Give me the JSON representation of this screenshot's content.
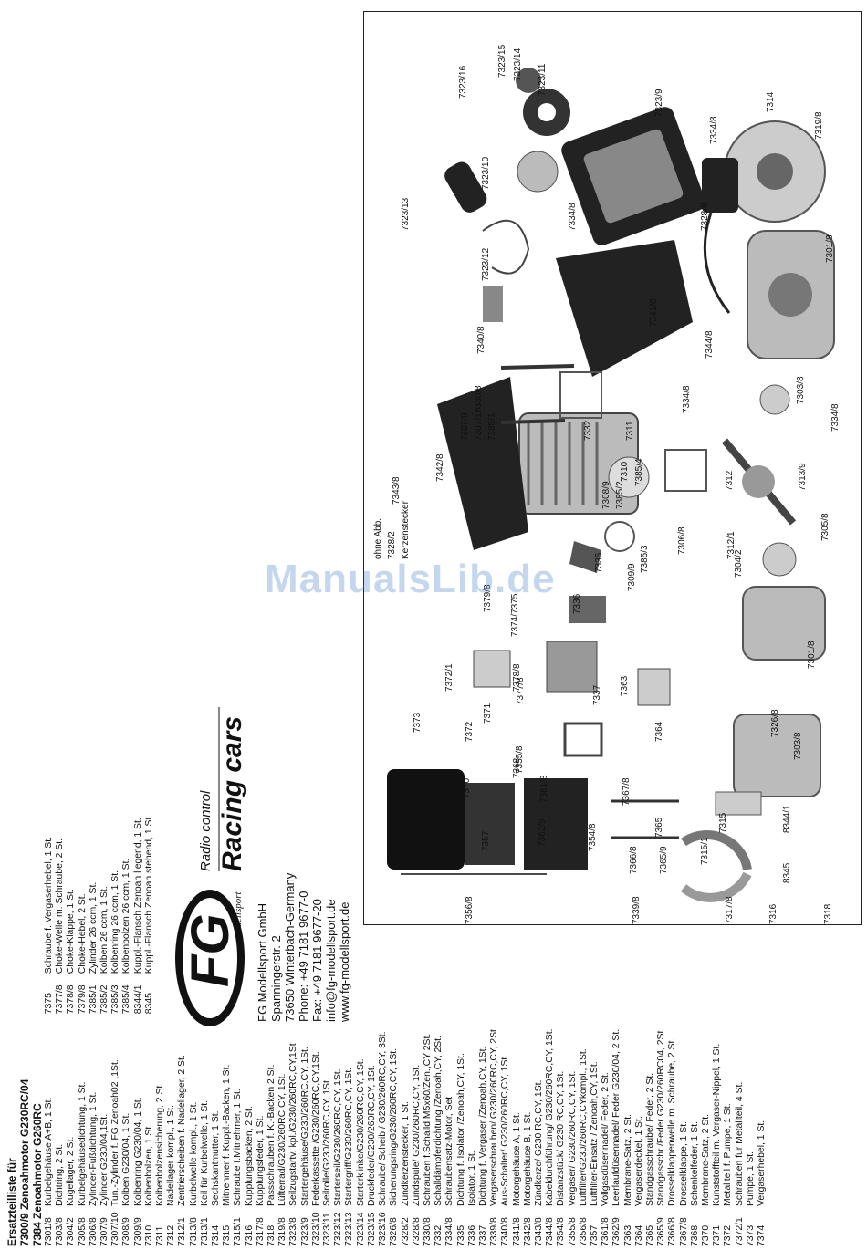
{
  "parts_list": {
    "title_lines": [
      "Ersatzteilliste für",
      "7300/9  Zenoahmotor G230RC/04",
      "7384  Zenoahmotor G260RC"
    ],
    "col1": [
      [
        "7301/8",
        "Kurbelgehäuse A+B, 1 St."
      ],
      [
        "7303/8",
        "Dichtring, 2 St."
      ],
      [
        "7304/2",
        "Kugellager, 2 St."
      ],
      [
        "7305/8",
        "Kurbelgehäusedichtung, 1 St."
      ],
      [
        "7306/8",
        "Zylinder-Fußdichtung, 1 St."
      ],
      [
        "7307/9",
        "Zylinder G230/04,1St."
      ],
      [
        "7307/10",
        "Tun.-Zylinder f. FG Zenoah02 ,1St."
      ],
      [
        "7308/9",
        "Kolben G230/04, 1 St."
      ],
      [
        "7309/9",
        "Kolbenring G230/04, 1 St."
      ],
      [
        "7310",
        "Kolbenbolzen, 1 St."
      ],
      [
        "7311",
        "Kolbenbolzensicherung, 2 St."
      ],
      [
        "7312",
        "Nadellager kompl., 1 St."
      ],
      [
        "7312/1",
        "Zentrierscheiben f. Nadellager, 2 St."
      ],
      [
        "7313/8",
        "Kurbelwelle kompl., 1 St."
      ],
      [
        "7313/1",
        "Keil für Kurbelwelle, 1 St."
      ],
      [
        "7314",
        "Sechskantmutter, 1 St."
      ],
      [
        "7315",
        "Mitnehmer f. Kuppl.-Backen, 1 St."
      ],
      [
        "7315/1",
        "Schraube f.Mitnehmer, 1 St."
      ],
      [
        "7316",
        "Kupplungsbacken, 2 St."
      ],
      [
        "7317/8",
        "Kupplungsfeder, 1 St."
      ],
      [
        "7318",
        "Passschrauben f. K.-Backen 2 St."
      ],
      [
        "7319/8",
        "Lüfterrad/G230/260RC,CY, 1St."
      ],
      [
        "7323/8",
        "Seilzugstartv. kpl./G230/260RC,CY,1St"
      ],
      [
        "7323/9",
        "Startergehäuse/G230/260RC,CY, 1St."
      ],
      [
        "7323/10",
        "Federkassette /G230/260RC,CY,1St."
      ],
      [
        "7323/11",
        "Seilrolle/G230/260RC,CY, 1St."
      ],
      [
        "7323/12",
        "Starterseil/G230/260RC,CY, 1St."
      ],
      [
        "7323/13",
        "Startergriff/G230/260RC,CY, 1St."
      ],
      [
        "7323/14",
        "Starterklinke/G230/260RC,CY, 1St."
      ],
      [
        "7323/15",
        "Druckfeder/G230/260RC,CY, 1St."
      ],
      [
        "7323/16",
        "Schraube/ Scheib./ G230/260RC,CY, 3St."
      ],
      [
        "7326/8",
        "Sicherungsring/G230/260RC,CY, 1St."
      ],
      [
        "7328/2",
        "Zündkerzenstecker, 1 St."
      ],
      [
        "7328/8",
        "Zündspule/ G230/260RC,CY, 1St."
      ],
      [
        "7330/8",
        "Schrauben f.Schalld.M5x60/Zen.,CY 2St."
      ],
      [
        "7332",
        "Schalldämpferdichtung /Zenoah,CY, 2St."
      ],
      [
        "7334/8",
        "Schraubensatz-Motor, Set"
      ],
      [
        "7335",
        "Dichtung f. Isolator /Zenoah,CY, 1St."
      ],
      [
        "7336",
        "Isolator, 1 St."
      ],
      [
        "7337",
        "Dichtung f. Vergaser /Zenoah,CY, 1St."
      ],
      [
        "7339/8",
        "Vergaserschrauben/ G230/260RC,CY, 2St."
      ],
      [
        "7340/8",
        "Aus-Schalter/ G230/260RC,CY, 1St."
      ],
      [
        "7341/8",
        "Motorgehäuse A, 1 St."
      ],
      [
        "7342/8",
        "Motorgehäuse B, 1 St."
      ],
      [
        "7343/8",
        "Zündkerze/ G230 RC,CY, 1St."
      ],
      [
        "7344/8",
        "Kabeldurchführung/ G230/260RC,CY, 1St."
      ],
      [
        "7354/8",
        "Distanzstück/ G230 RC,CY, 1St."
      ],
      [
        "7355/8",
        "Vergaser/ G230/260RC,CY, 1St."
      ],
      [
        "7356/8",
        "Luftfilter/G230/260RC,CYkompl., 1St."
      ],
      [
        "7357",
        "Luftfilter-Einsatz / Zenoah,CY, 1St."
      ],
      [
        "7361/8",
        "Vollgasdüsennadel/ Feder, 2 St."
      ],
      [
        "7362/9",
        "Leerlaufdüsennadel/ Feder G230/04, 2 St."
      ],
      [
        "7363",
        "Membrane-Satz, 2 St."
      ],
      [
        "7364",
        "Vergaserdeckel, 1 St."
      ],
      [
        "7365",
        "Standgasschraube/ Feder, 2 St."
      ],
      [
        "7365/9",
        "Standgasschr./Feder G230/260RC04, 2St."
      ],
      [
        "7366/8",
        "Drosselklappenwelle m. Schraube, 2 St."
      ],
      [
        "7367/8",
        "Drosselklappe, 1 St."
      ],
      [
        "7368",
        "Schenkelfeder, 1 St."
      ],
      [
        "7370",
        "Membrane-Satz, 2 St."
      ],
      [
        "7371",
        "Kunststoffteil m. Vergaser-Nippel, 1 St."
      ],
      [
        "7372",
        "Metallteil f. Pumpe, 1 St."
      ],
      [
        "7372/1",
        "Schrauben für Metallteil, 4 St."
      ],
      [
        "7373",
        "Pumpe, 1 St."
      ],
      [
        "7374",
        "Vergaserhebel, 1 St."
      ]
    ],
    "col2": [
      [
        "7375",
        "Schraube f. Vergaserhebel, 1 St."
      ],
      [
        "7377/8",
        "Choke-Welle m. Schraube, 2 St."
      ],
      [
        "7378/8",
        "Choke-Klappe, 1 St."
      ],
      [
        "7379/8",
        "Choke-Hebel, 2 St."
      ],
      [
        "7385/1",
        "Zylinder 26 ccm, 1 St."
      ],
      [
        "7385/2",
        "Kolben 26 ccm, 1 St."
      ],
      [
        "7385/3",
        "Kolbenring 26 ccm, 1 St."
      ],
      [
        "7385/4",
        "Kolbenbolzen 26 ccm, 1 St."
      ],
      [
        "8344/1",
        "Kuppl.-Flansch Zenoah liegend, 1 St."
      ],
      [
        "8345",
        "Kuppl.-Flansch Zenoah stehend, 1 St."
      ]
    ]
  },
  "company": {
    "logo_letters": "FG",
    "logo_sub": "modellsport",
    "logo_tag1": "Radio control",
    "logo_tag2": "Racing cars",
    "address": [
      "FG Modellsport GmbH",
      "Spanningerstr. 2",
      "73650 Winterbach-Germany",
      "Phone: +49 7181 9677-0",
      "Fax: +49 7181 9677-20",
      "info@fg-modellsport.de",
      "www.fg-modellsport.de"
    ]
  },
  "diagram": {
    "callouts": [
      "7323/16",
      "7323/15",
      "7323/14",
      "7323/11",
      "7323/9",
      "7334/8",
      "7314",
      "7319/8",
      "7323/10",
      "7323/13",
      "7334/8",
      "7328/8",
      "7323/12",
      "7301/8",
      "7341/8",
      "7340/8",
      "7344/8",
      "7330/8",
      "7334/8",
      "7303/8",
      "7334/8",
      "7332",
      "7342/8",
      "7307/9",
      "7307/10",
      "7385/1",
      "7311",
      "7310",
      "7385/4",
      "7312",
      "7343/8",
      "7313/9",
      "7308/9",
      "7385/2",
      "7305/8",
      "7306/8",
      "7312/1",
      "ohne Abb.",
      "7328/2",
      "Kerzenstecker",
      "7335",
      "7309/9",
      "7385/3",
      "7304/2",
      "7379/8",
      "7374/7375",
      "7336",
      "7301/8",
      "7372/1",
      "7378/8",
      "7377/8",
      "7373",
      "7371",
      "7337",
      "7363",
      "7326/8",
      "7372",
      "7355/8",
      "7370",
      "7368",
      "7364",
      "7303/8",
      "7361/8",
      "7367/8",
      "7362/9",
      "7354/8",
      "7365",
      "7365/9",
      "7357",
      "7366/8",
      "7315/1",
      "7315",
      "8344/1",
      "8345",
      "7339/8",
      "7356/8",
      "7317/8",
      "7316",
      "7318"
    ]
  },
  "watermark": "ManualsLib.de"
}
